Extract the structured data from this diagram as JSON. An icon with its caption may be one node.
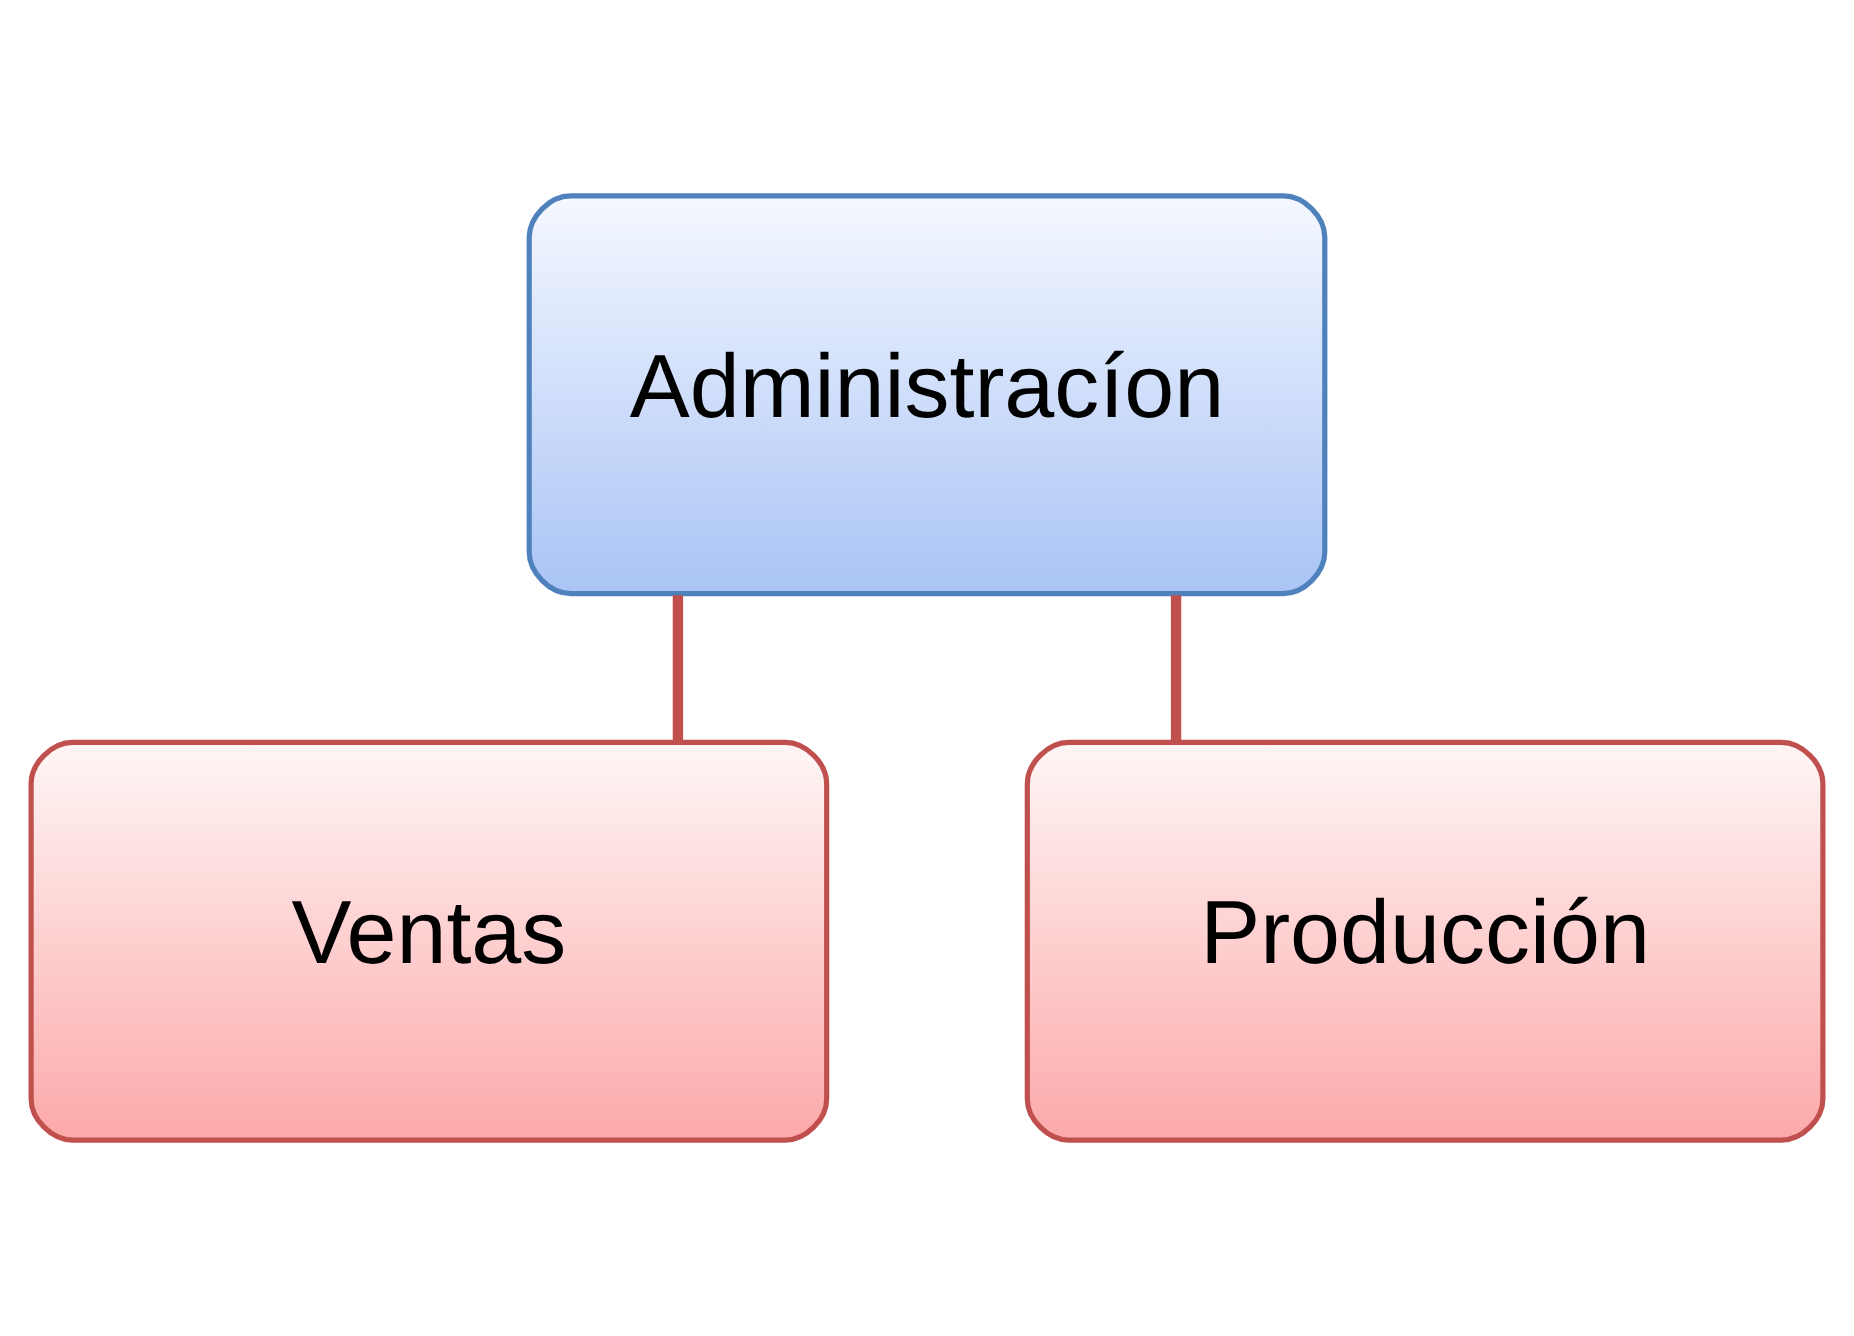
{
  "diagram": {
    "nodes": [
      {
        "text": [
          "Administracíon"
        ]
      },
      {
        "text": [
          "Ventas"
        ]
      },
      {
        "text": [
          "Producción"
        ]
      }
    ],
    "edges": [
      {
        "from": 0,
        "to": 1,
        "arrow": "none"
      },
      {
        "from": 0,
        "to": 2,
        "arrow": "none"
      }
    ]
  }
}
